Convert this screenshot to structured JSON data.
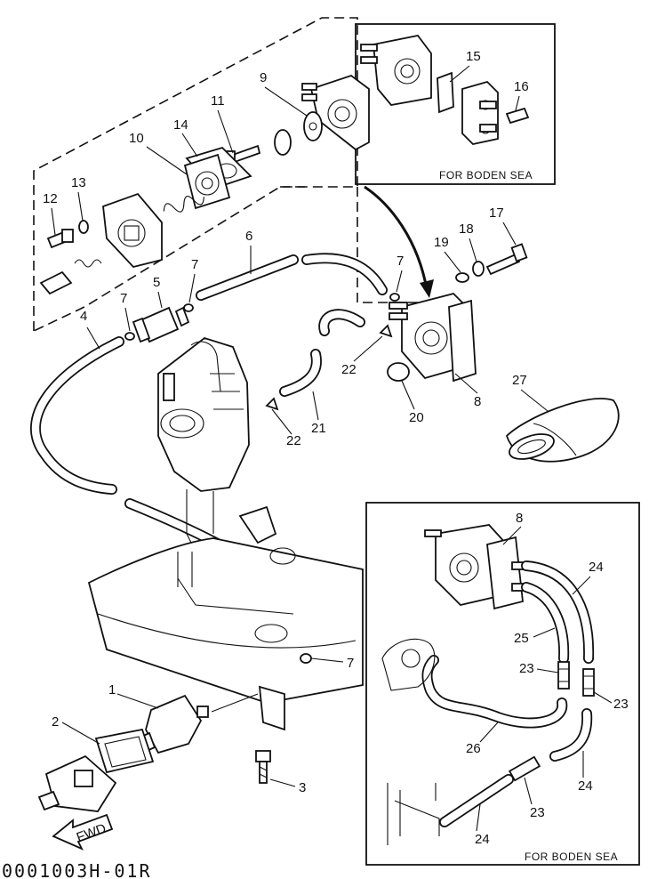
{
  "diagram": {
    "boxes": {
      "upper_caption": "FOR BODEN SEA",
      "lower_caption": "FOR BODEN SEA"
    },
    "labels": {
      "p1": "1",
      "p2": "2",
      "p3": "3",
      "p4": "4",
      "p5": "5",
      "p6": "6",
      "p7a": "7",
      "p7b": "7",
      "p7c": "7",
      "p7d": "7",
      "p8a": "8",
      "p8b": "8",
      "p9": "9",
      "p10": "10",
      "p11": "11",
      "p12": "12",
      "p13": "13",
      "p14": "14",
      "p15": "15",
      "p16": "16",
      "p17": "17",
      "p18": "18",
      "p19": "19",
      "p20": "20",
      "p21": "21",
      "p22a": "22",
      "p22b": "22",
      "p23a": "23",
      "p23b": "23",
      "p23c": "23",
      "p24a": "24",
      "p24b": "24",
      "p24c": "24",
      "p25": "25",
      "p26": "26",
      "p27": "27",
      "fwd": "FWD"
    },
    "code": "0001003H-01R"
  }
}
